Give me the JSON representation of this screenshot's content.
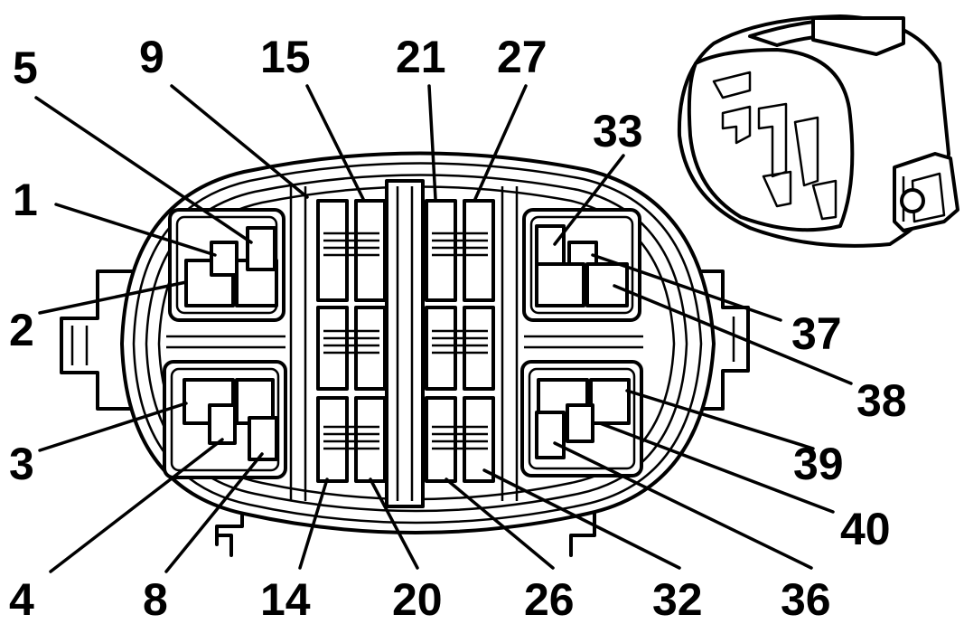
{
  "diagram": {
    "pin_labels": {
      "p5": "5",
      "p9": "9",
      "p15": "15",
      "p21": "21",
      "p27": "27",
      "p33": "33",
      "p1": "1",
      "p2": "2",
      "p3": "3",
      "p4": "4",
      "p8": "8",
      "p14": "14",
      "p20": "20",
      "p26": "26",
      "p32": "32",
      "p36": "36",
      "p37": "37",
      "p38": "38",
      "p39": "39",
      "p40": "40"
    }
  }
}
